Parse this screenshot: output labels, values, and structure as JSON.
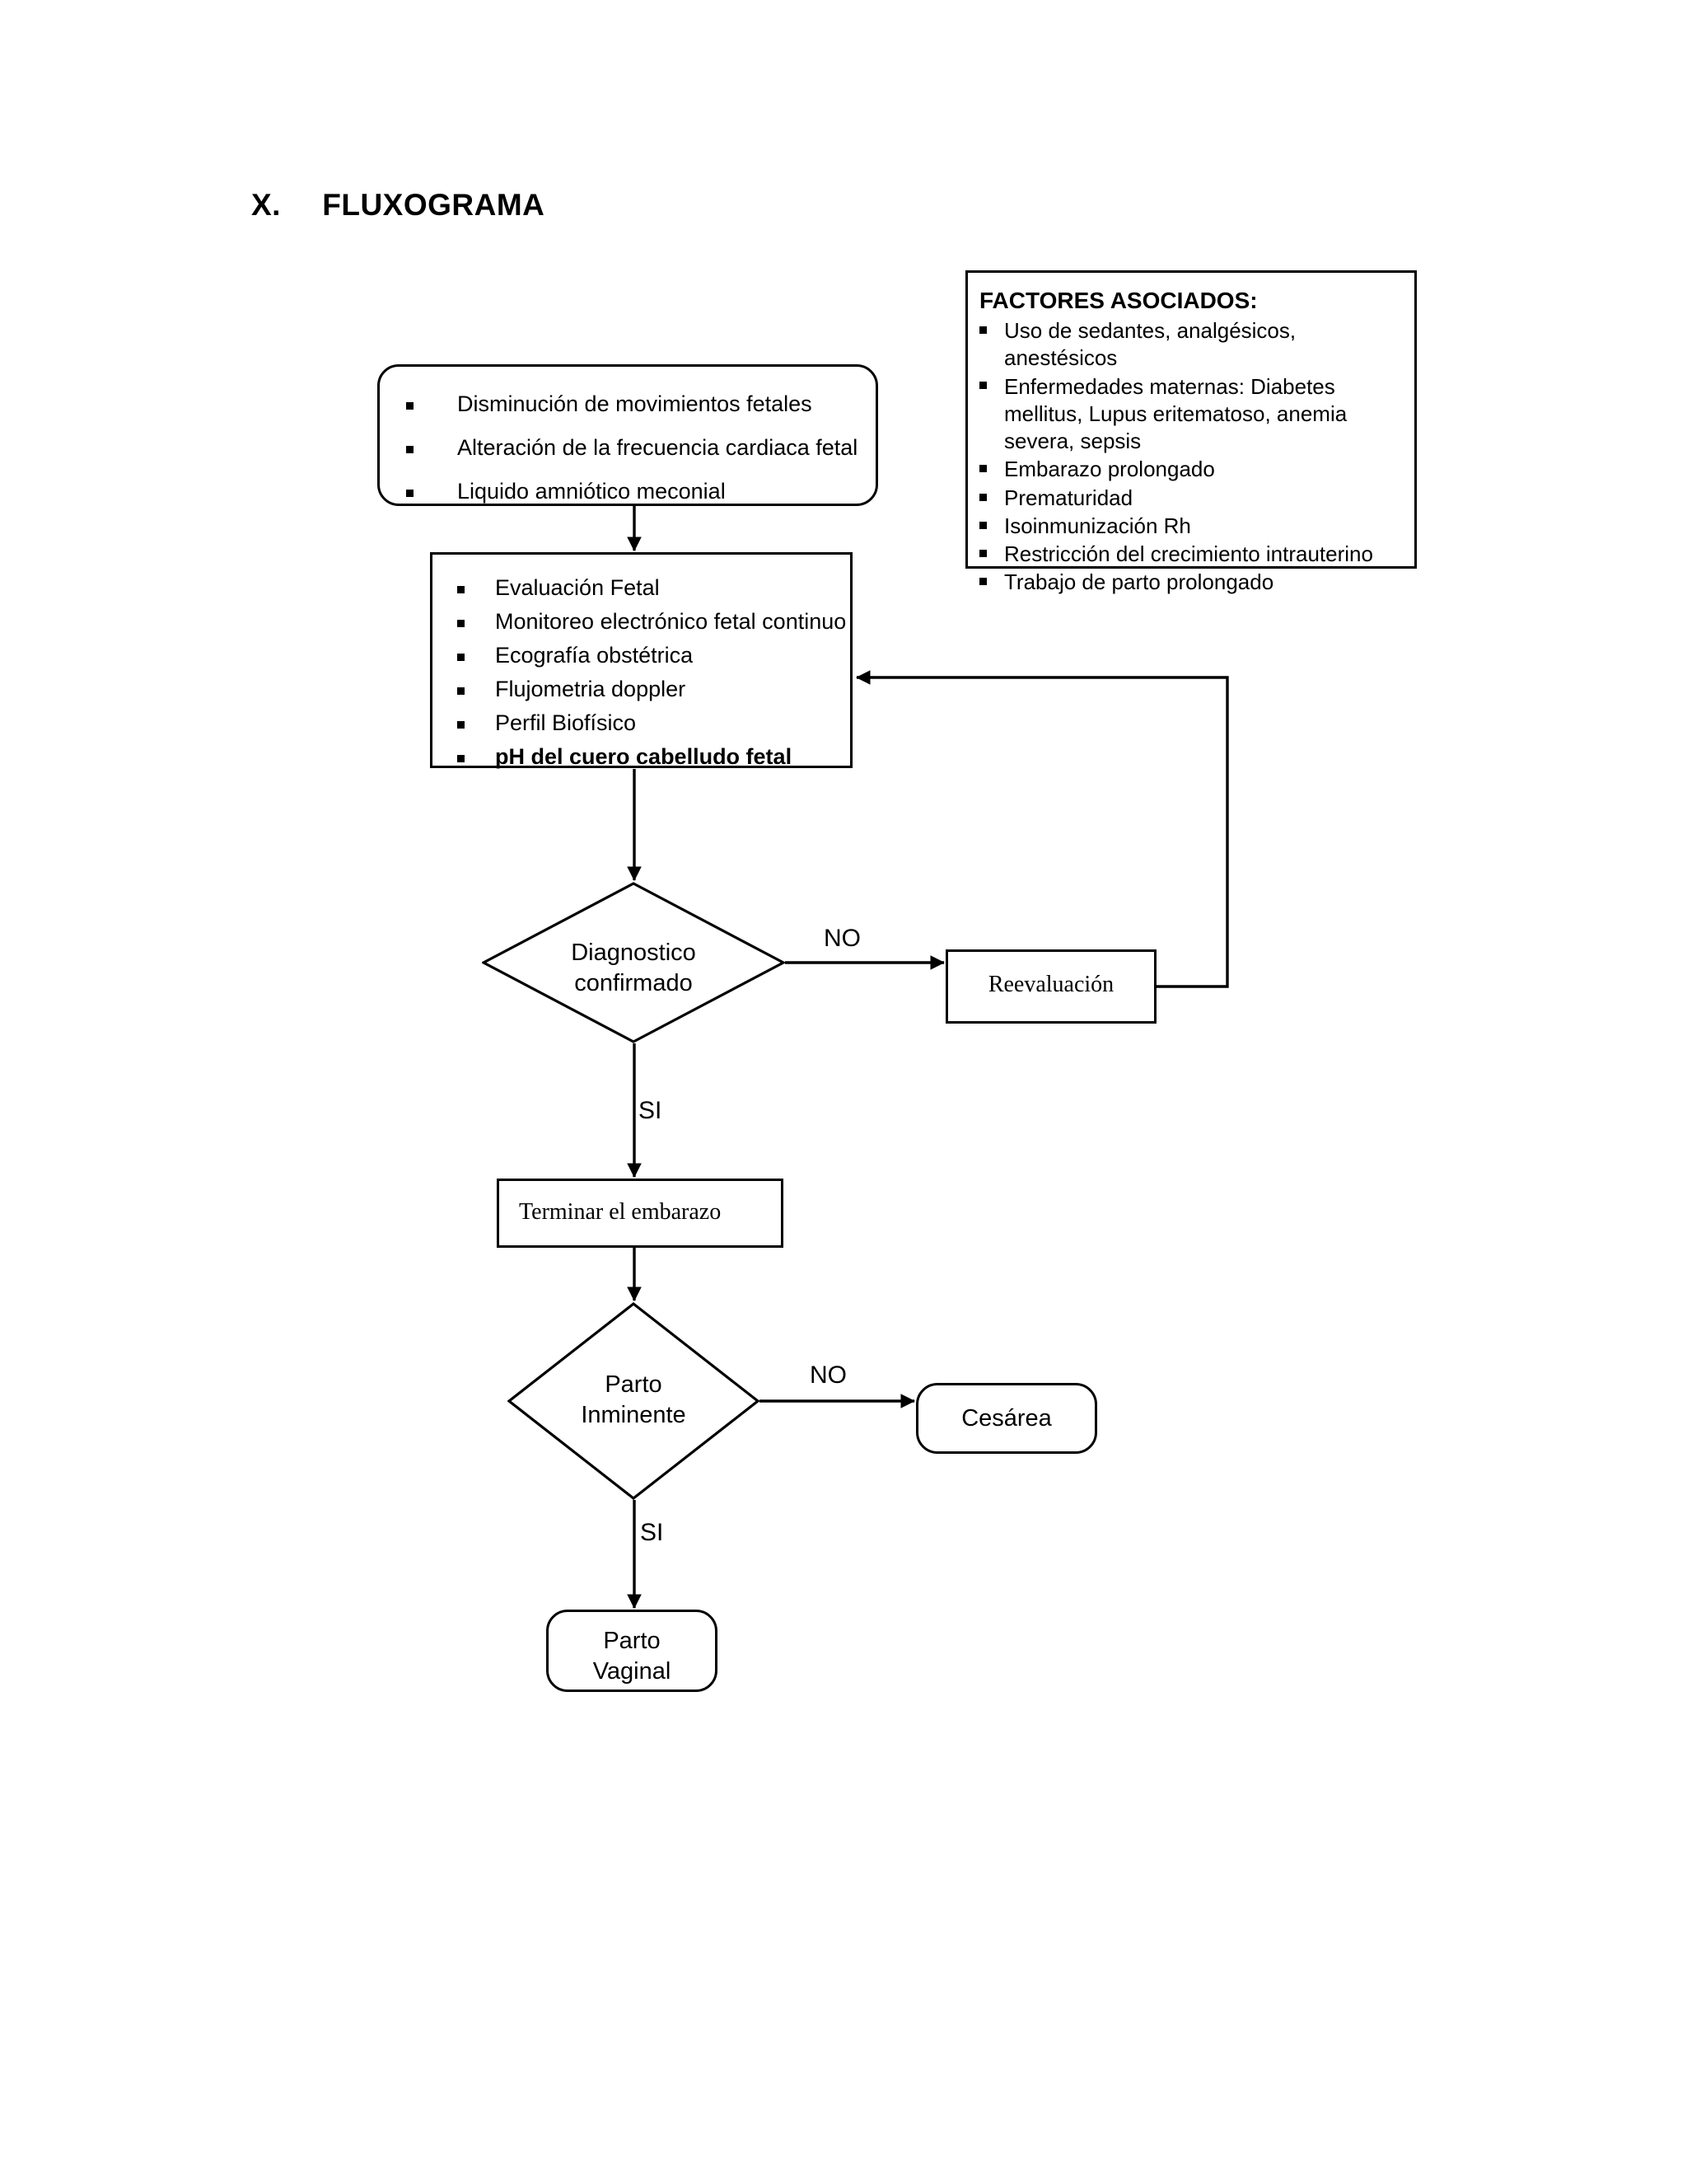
{
  "page": {
    "title_number": "X.",
    "title_text": "FLUXOGRAMA",
    "title_full": "X.\tFLUXOGRAMA"
  },
  "symptoms_box": {
    "shape": "rounded-rectangle",
    "items": [
      "Disminución de movimientos fetales",
      "Alteración de la frecuencia cardiaca fetal",
      "Liquido amniótico meconial"
    ]
  },
  "factores_box": {
    "shape": "rectangle",
    "heading": "FACTORES ASOCIADOS:",
    "items": [
      "Uso de sedantes, analgésicos, anestésicos",
      "Enfermedades maternas: Diabetes mellitus, Lupus eritematoso, anemia severa, sepsis",
      "Embarazo prolongado",
      "Prematuridad",
      "Isoinmunización Rh",
      "Restricción del crecimiento intrauterino",
      "Trabajo de parto prolongado"
    ]
  },
  "evaluation_box": {
    "shape": "rectangle",
    "items": [
      {
        "text": "Evaluación Fetal",
        "bold": false
      },
      {
        "text": "Monitoreo electrónico fetal continuo",
        "bold": false
      },
      {
        "text": "Ecografía obstétrica",
        "bold": false
      },
      {
        "text": "Flujometria doppler",
        "bold": false
      },
      {
        "text": "Perfil Biofísico",
        "bold": false
      },
      {
        "text": "pH del cuero cabelludo fetal",
        "bold": true
      }
    ]
  },
  "decision_diagnostico": {
    "shape": "diamond",
    "line1": "Diagnostico",
    "line2": "confirmado"
  },
  "decision_parto": {
    "shape": "diamond",
    "line1": "Parto",
    "line2": "Inminente"
  },
  "process_reevaluacion": {
    "shape": "rectangle",
    "label": "Reevaluación"
  },
  "process_terminar": {
    "shape": "rectangle",
    "label": "Terminar el embarazo"
  },
  "terminal_cesarea": {
    "shape": "rounded-rectangle",
    "label": "Cesárea"
  },
  "terminal_parto_vaginal": {
    "shape": "rounded-rectangle",
    "line1": "Parto",
    "line2": "Vaginal"
  },
  "edge_labels": {
    "diagnostico_no": "NO",
    "diagnostico_si": "SI",
    "parto_no": "NO",
    "parto_si": "SI"
  },
  "colors": {
    "stroke": "#000000",
    "background": "#ffffff",
    "text": "#000000"
  }
}
